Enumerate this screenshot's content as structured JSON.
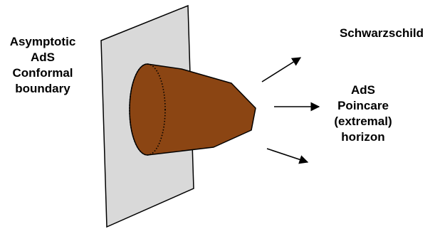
{
  "labels": {
    "boundary": {
      "line1": "Asymptotic",
      "line2": "AdS",
      "line3": "Conformal",
      "line4": "boundary"
    },
    "schwarzschild": "Schwarzschild",
    "poincare": {
      "line1": "AdS",
      "line2": "Poincare",
      "line3": "(extremal)",
      "line4": "horizon"
    }
  },
  "colors": {
    "boundary_plane": "#d9d9d9",
    "bulk_solid": "#8b4513",
    "outline": "#000000",
    "background": "#ffffff"
  },
  "icons": {
    "arrow_upper": "arrow-up-right-icon",
    "arrow_middle": "arrow-right-icon",
    "arrow_lower": "arrow-down-right-icon"
  }
}
